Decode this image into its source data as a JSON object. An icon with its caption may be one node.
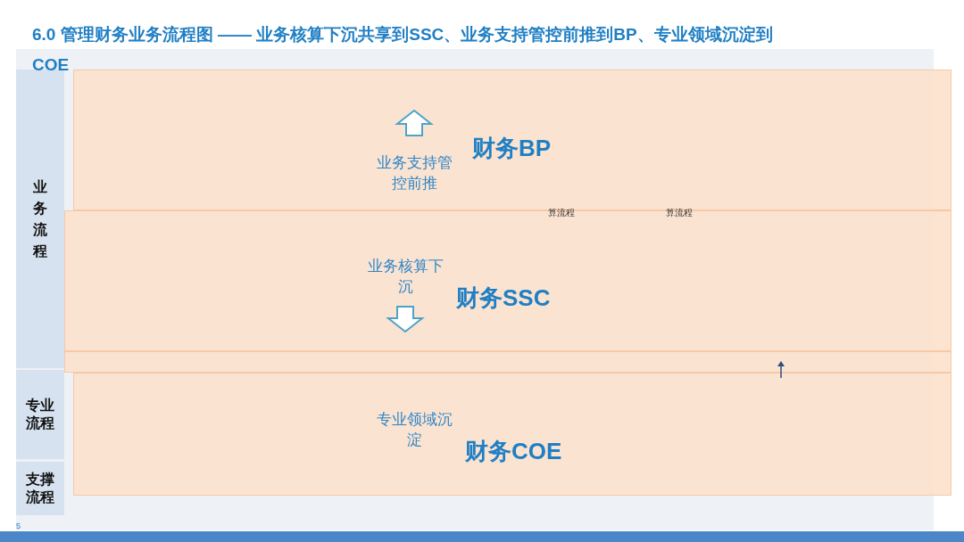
{
  "diagram": {
    "title": "6.0 管理财务业务流程图 —— 业务核算下沉共享到SSC、业务支持管控前推到BP、专业领域沉淀到COE",
    "nodes": [
      {
        "text": [
          "业务流程"
        ]
      },
      {
        "text": [
          "专业流程"
        ]
      },
      {
        "text": [
          "支撑流程"
        ]
      },
      {
        "text": [
          "财务BP",
          "业务支持管控前推"
        ]
      },
      {
        "text": [
          "财务SSC",
          "业务核算下沉"
        ]
      },
      {
        "text": [
          "财务COE",
          "专业领域沉淀"
        ]
      }
    ],
    "labels": [
      "算流程",
      "算流程",
      "5"
    ]
  }
}
